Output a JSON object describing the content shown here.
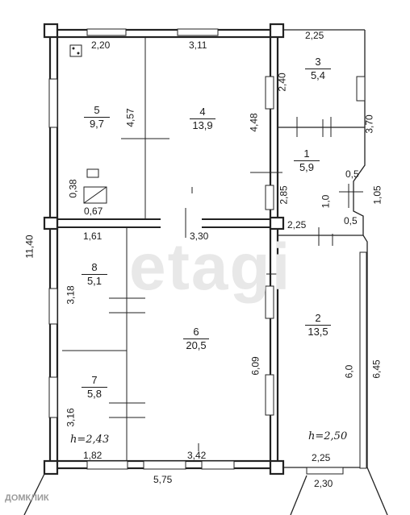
{
  "watermark": "etagi",
  "domclick": "ДОМКЛИК",
  "rooms": [
    {
      "num": "1",
      "area": "5,9"
    },
    {
      "num": "2",
      "area": "13,5"
    },
    {
      "num": "3",
      "area": "5,4"
    },
    {
      "num": "4",
      "area": "13,9"
    },
    {
      "num": "5",
      "area": "9,7"
    },
    {
      "num": "6",
      "area": "20,5"
    },
    {
      "num": "7",
      "area": "5,8"
    },
    {
      "num": "8",
      "area": "5,1"
    }
  ],
  "dims": {
    "top_left": "2,20",
    "top_mid": "3,11",
    "top_right": "2,25",
    "r3_side": "2,40",
    "r4_side": "4,48",
    "r5_inner": "4,57",
    "r3_right": "3,70",
    "r1_side": "2,85",
    "door_05_top": "0,5",
    "door_10": "1,0",
    "door_05_bot": "0,5",
    "right_105": "1,05",
    "small_038": "0,38",
    "small_067": "0,67",
    "overall_left": "11,40",
    "mid_161": "1,61",
    "mid_330": "3,30",
    "mid_225": "2,25",
    "r8_side": "3,18",
    "r7_side": "3,16",
    "r6_side": "6,09",
    "r2_in": "6,0",
    "r2_out": "6,45",
    "bot_182": "1,82",
    "bot_342": "3,42",
    "bot_225": "2,25",
    "bot_575": "5,75",
    "bot_230": "2,30"
  },
  "heights": {
    "left": "h=2,43",
    "right": "h=2,50"
  }
}
